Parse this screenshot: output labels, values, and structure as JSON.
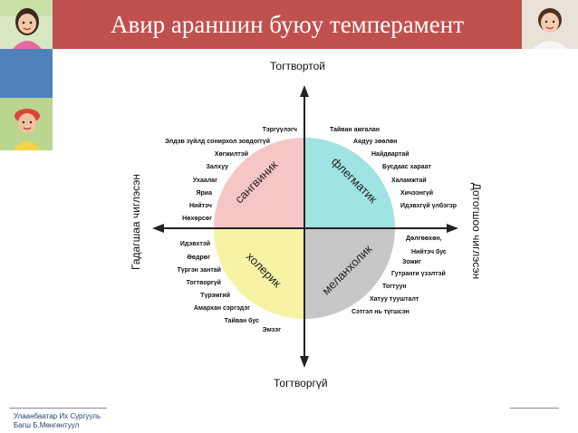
{
  "slide": {
    "title": "Авир араншин буюу темперамент"
  },
  "axes": {
    "top": "Тогтвортой",
    "bottom": "Тогтворгүй",
    "left": "Гадагшаа чиглэсэн",
    "right": "Дотогшоо чиглэсэн"
  },
  "quadrants": {
    "sanguine": {
      "name": "сангвиник",
      "color": "#f6c6c7",
      "traits": [
        "Тэргүүлэгч",
        "Элдэв зүйлд сонирхол зовдоггүй",
        "Хөгжилтэй",
        "Залхуу",
        "Ухаалаг",
        "Яриа",
        "Нийтэч",
        "Нөхөрсөг"
      ]
    },
    "phlegmatic": {
      "name": "флегматик",
      "color": "#9fe4e3",
      "traits": [
        "Тайван амгалан",
        "Аядуу зөөлөн",
        "Найдвартай",
        "Бусдаас хараат",
        "Халамжтай",
        "Хичээнгүй",
        "Идэвхгүй үлбэгэр"
      ]
    },
    "choleric": {
      "name": "холерик",
      "color": "#f6f3a4",
      "traits": [
        "Идэвхтэй",
        "Өөдрөг",
        "Түргэн зантай",
        "Тогтворгүй",
        "Түрэмгий",
        "Амархан сэргэдэг",
        "Тайван бус",
        "Эмзэг"
      ]
    },
    "melancholic": {
      "name": "меланхолик",
      "color": "#c7c7c7",
      "traits": [
        "Дөлгөөхөн,",
        "Нийтэч бус",
        "Зожиг",
        "Гутранги үзэлтэй",
        "Тогтуун",
        "Хатуу туушталт",
        "Сэтгэл нь түгшсэн"
      ]
    }
  },
  "footer": {
    "line1": "Улаанбаатар Их Сургууль",
    "line2": "Багш Б.Мөнгөнтуул"
  }
}
